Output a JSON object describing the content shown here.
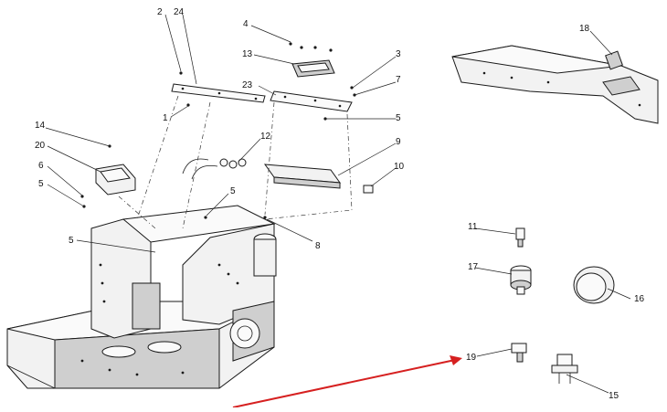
{
  "callouts": [
    {
      "id": "c1",
      "text": "1"
    },
    {
      "id": "c2",
      "text": "2"
    },
    {
      "id": "c3",
      "text": "3"
    },
    {
      "id": "c4",
      "text": "4"
    },
    {
      "id": "c5a",
      "text": "5"
    },
    {
      "id": "c5b",
      "text": "5"
    },
    {
      "id": "c5c",
      "text": "5"
    },
    {
      "id": "c5d",
      "text": "5"
    },
    {
      "id": "c6",
      "text": "6"
    },
    {
      "id": "c7",
      "text": "7"
    },
    {
      "id": "c8",
      "text": "8"
    },
    {
      "id": "c9",
      "text": "9"
    },
    {
      "id": "c10",
      "text": "10"
    },
    {
      "id": "c11",
      "text": "11"
    },
    {
      "id": "c12",
      "text": "12"
    },
    {
      "id": "c13",
      "text": "13"
    },
    {
      "id": "c14",
      "text": "14"
    },
    {
      "id": "c15",
      "text": "15"
    },
    {
      "id": "c16",
      "text": "16"
    },
    {
      "id": "c17",
      "text": "17"
    },
    {
      "id": "c18",
      "text": "18"
    },
    {
      "id": "c19",
      "text": "19"
    },
    {
      "id": "c20",
      "text": "20"
    },
    {
      "id": "c23",
      "text": "23"
    },
    {
      "id": "c24",
      "text": "24"
    }
  ],
  "highlight": {
    "target": "19",
    "arrow_color": "#d62020"
  },
  "colors": {
    "line": "#1a1a1a",
    "fill": "#f2f2f2",
    "accent": "#d62020"
  }
}
